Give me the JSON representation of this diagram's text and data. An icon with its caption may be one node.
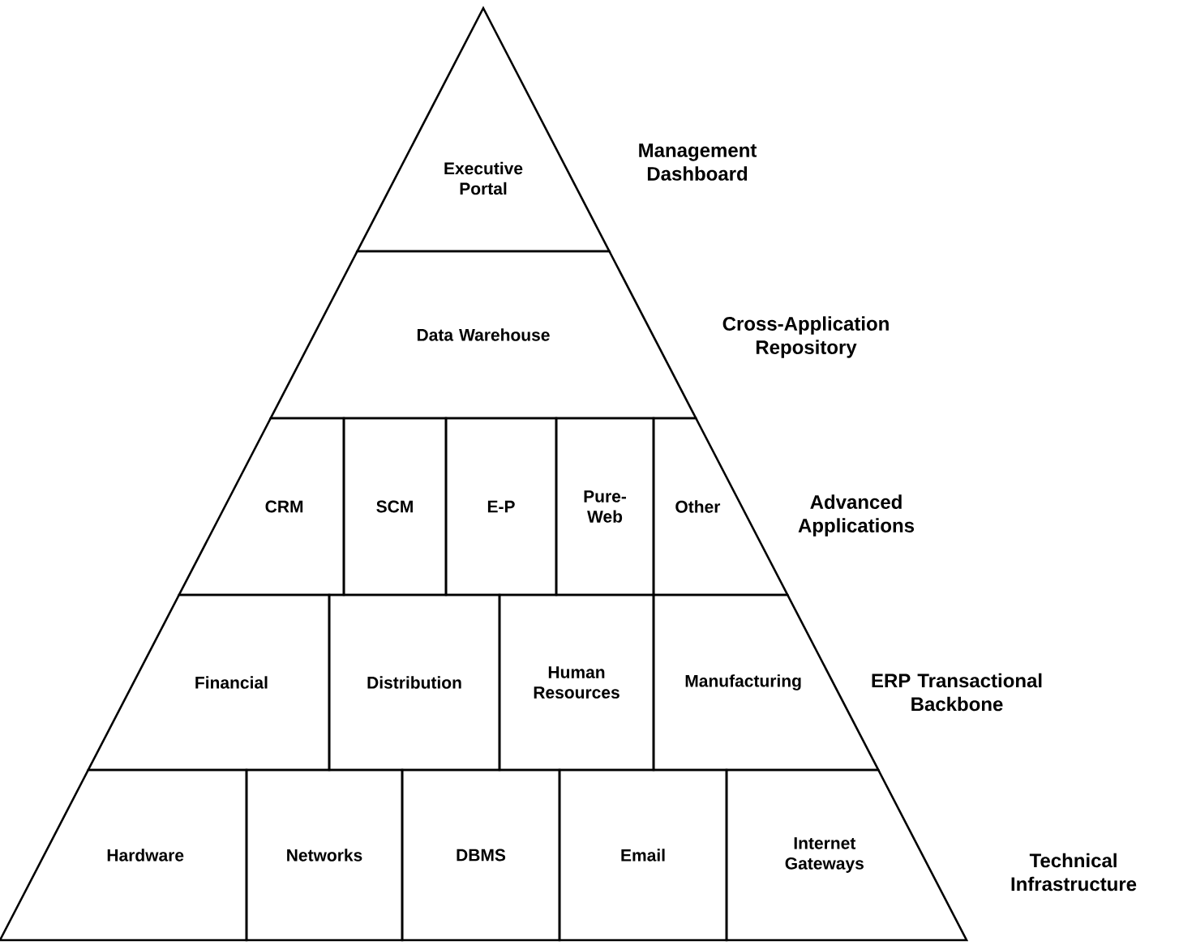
{
  "diagram": {
    "nodes": [
      {
        "text": [
          "Executive Portal"
        ]
      },
      {
        "text": [
          "Data Warehouse"
        ]
      },
      {
        "text": [
          "CRM"
        ]
      },
      {
        "text": [
          "SCM"
        ]
      },
      {
        "text": [
          "E-P"
        ]
      },
      {
        "text": [
          "Pure-Web"
        ]
      },
      {
        "text": [
          "Other"
        ]
      },
      {
        "text": [
          "Financial"
        ]
      },
      {
        "text": [
          "Distribution"
        ]
      },
      {
        "text": [
          "Human Resources"
        ]
      },
      {
        "text": [
          "Manufacturing"
        ]
      },
      {
        "text": [
          "Hardware"
        ]
      },
      {
        "text": [
          "Networks"
        ]
      },
      {
        "text": [
          "DBMS"
        ]
      },
      {
        "text": [
          "Email"
        ]
      },
      {
        "text": [
          "Internet Gateways"
        ]
      }
    ],
    "labels": [
      "Management Dashboard",
      "Cross-Application Repository",
      "Advanced Applications",
      "ERP Transactional Backbone",
      "Technical Infrastructure"
    ]
  }
}
